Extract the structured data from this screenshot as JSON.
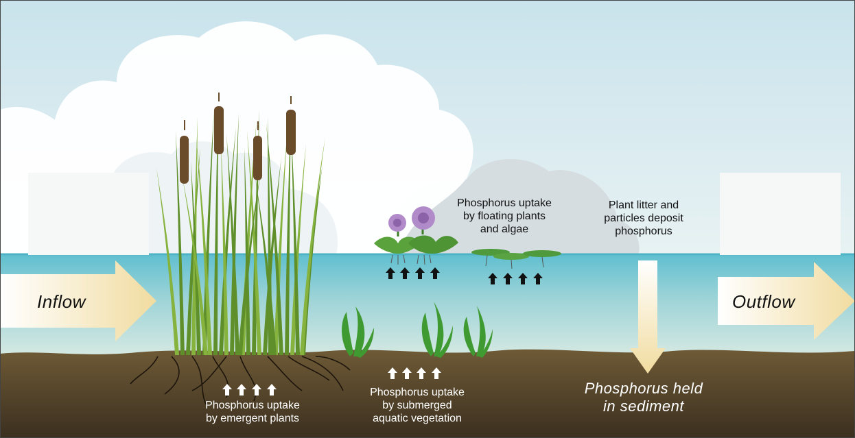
{
  "labels": {
    "inflow": "Inflow",
    "outflow": "Outflow",
    "floating": [
      "Phosphorus uptake",
      "by floating plants",
      "and algae"
    ],
    "litter": [
      "Plant litter and",
      "particles deposit",
      "phosphorus"
    ],
    "emergent": [
      "Phosphorus uptake",
      "by emergent plants"
    ],
    "submerged": [
      "Phosphorus uptake",
      "by submerged",
      "aquatic vegetation"
    ],
    "sediment": [
      "Phosphorus held",
      "in sediment"
    ]
  },
  "colors": {
    "sky_top": "#c9e3ec",
    "sky_bottom": "#e6f1f3",
    "cloud": "#ffffff",
    "cloud_shadow": "#d3dade",
    "water_top": "#5fbfcf",
    "water_bottom": "#cfe6e2",
    "sediment_top": "#6e5a36",
    "sediment_bottom": "#3d3020",
    "reed": "#5f8f2a",
    "reed_light": "#86b23e",
    "cattail": "#6a4b2a",
    "flower": "#b08ac9",
    "lily_pad": "#4f9a3c",
    "flow_arrow": "#f3e2ae",
    "uptake_arrow_dark": "#111111",
    "uptake_arrow_light": "#ffffff"
  }
}
